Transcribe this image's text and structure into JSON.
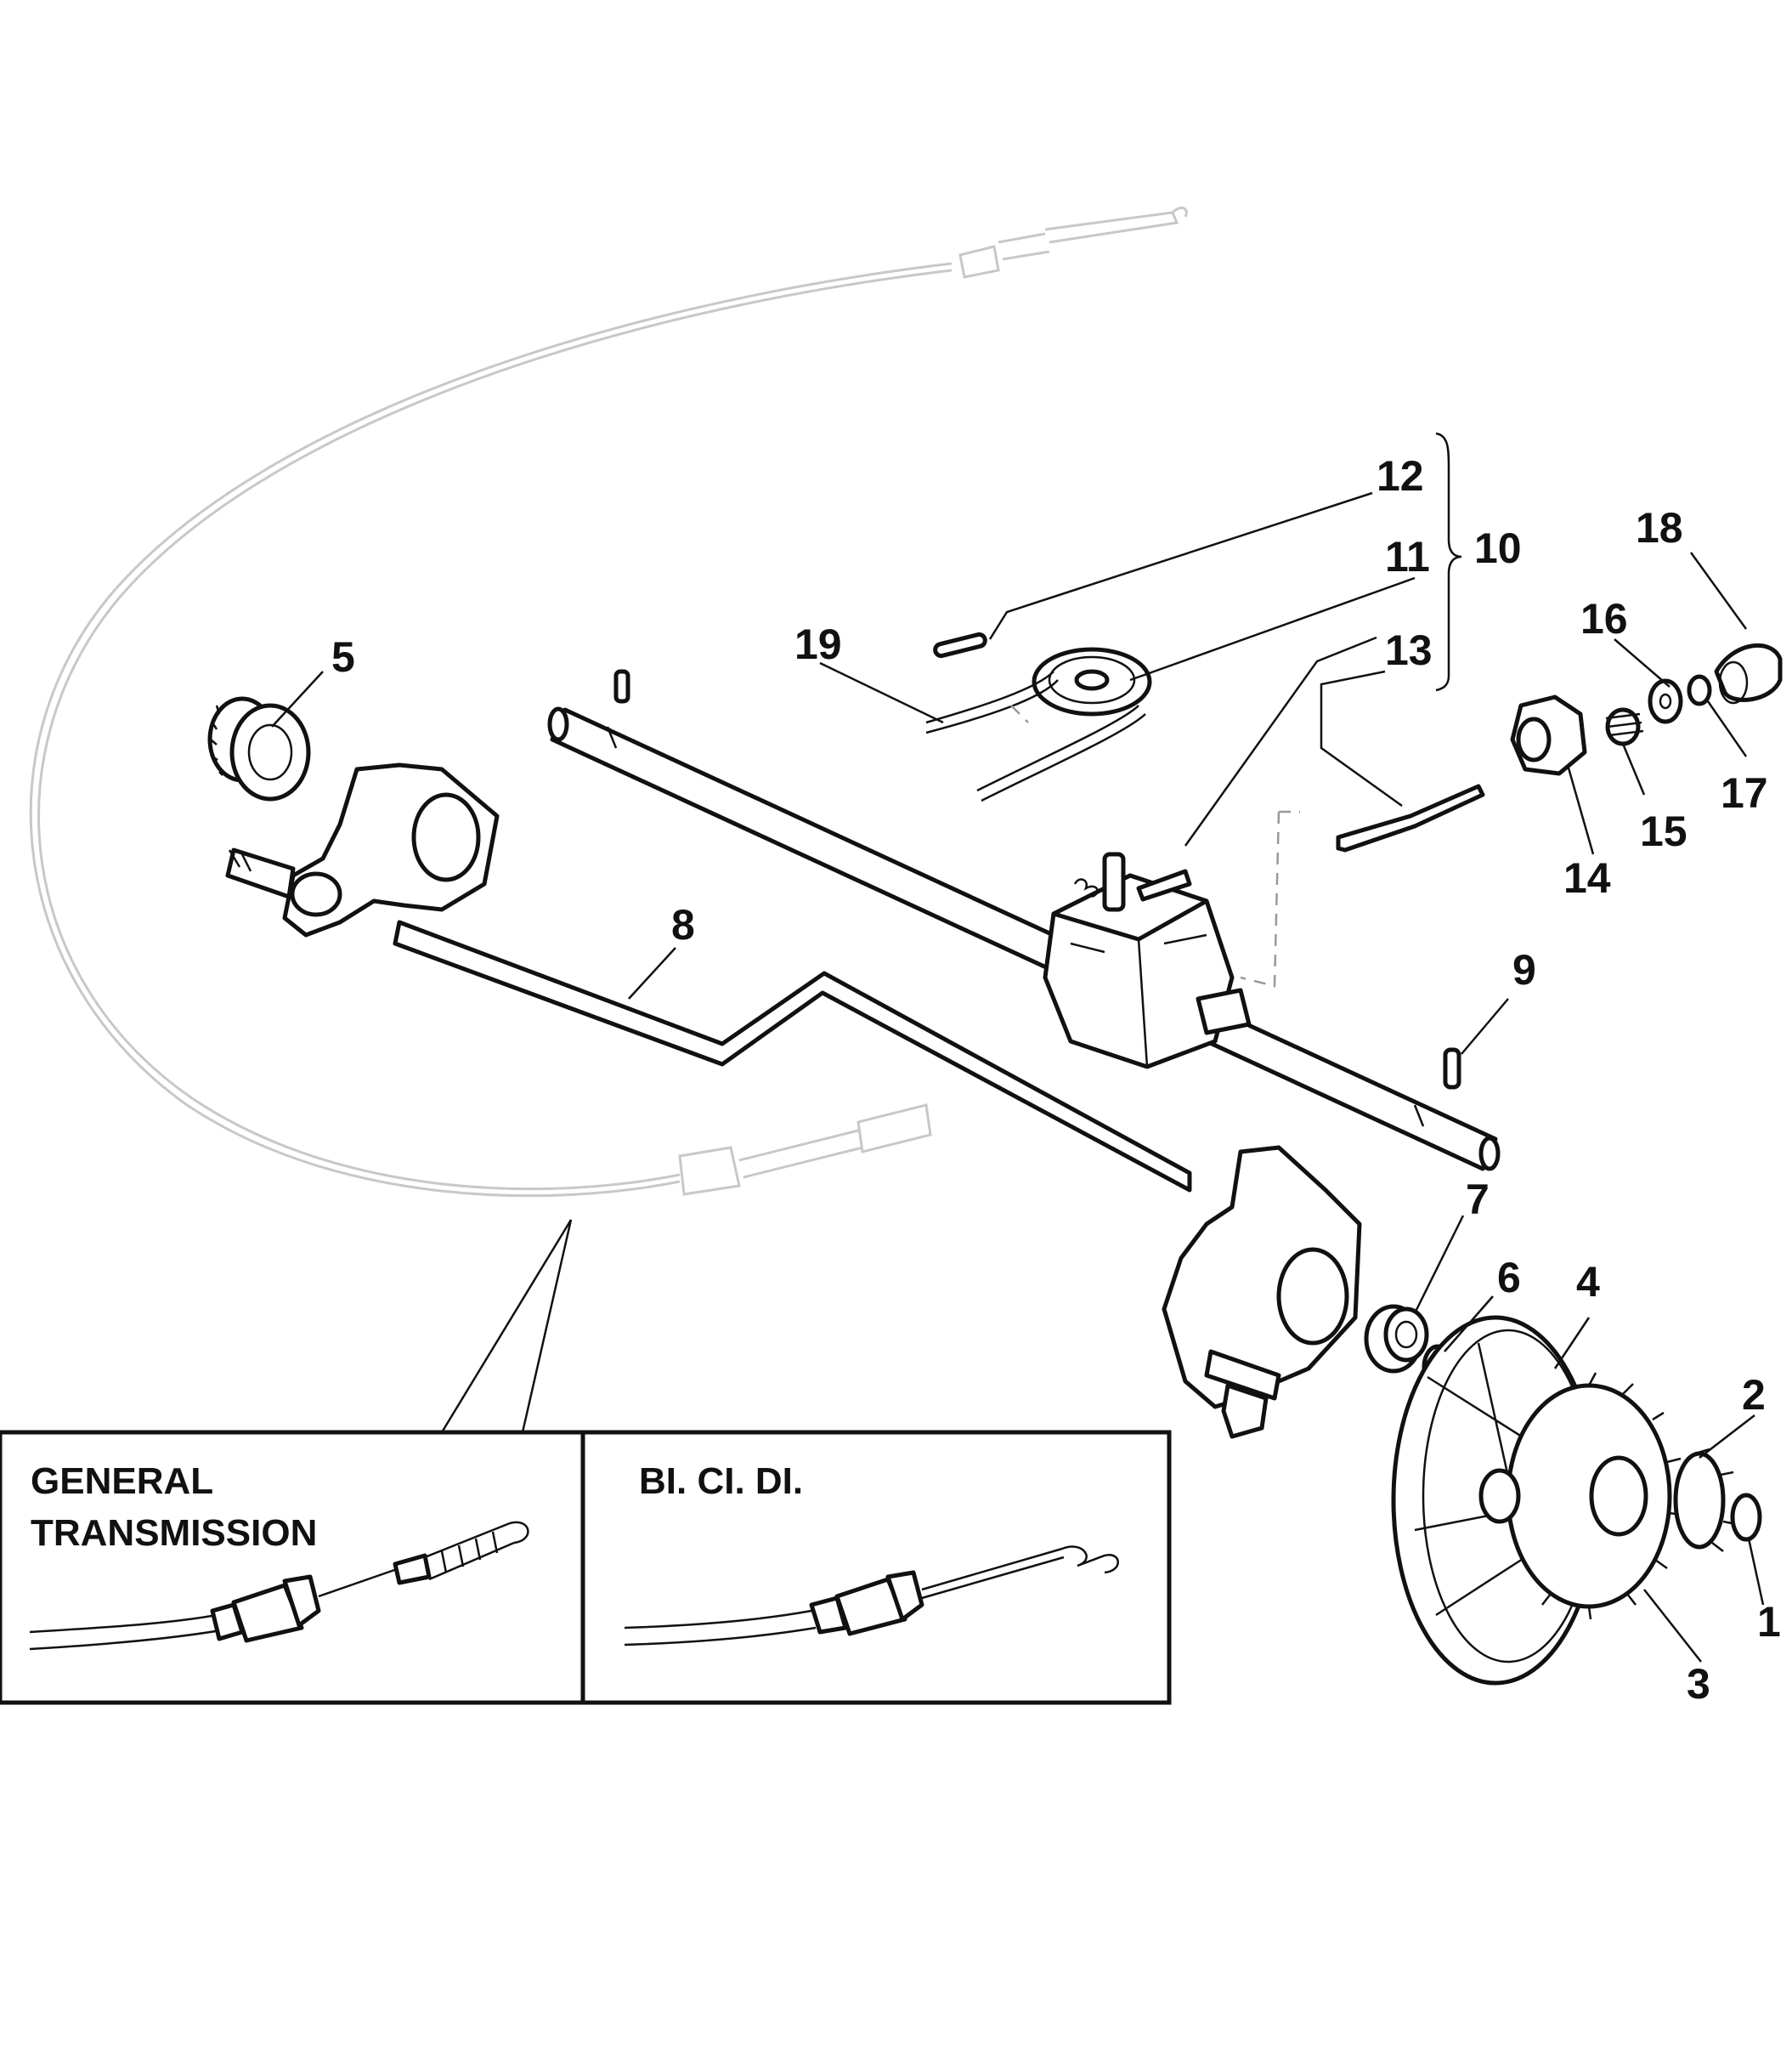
{
  "callouts": {
    "c1": "1",
    "c2": "2",
    "c3": "3",
    "c4": "4",
    "c5": "5",
    "c6": "6",
    "c7": "7",
    "c8": "8",
    "c9": "9",
    "c10": "10",
    "c11": "11",
    "c12": "12",
    "c13": "13",
    "c14": "14",
    "c15": "15",
    "c16": "16",
    "c17": "17",
    "c18": "18",
    "c19": "19"
  },
  "variants": {
    "general_line1": "GENERAL",
    "general_line2": "TRANSMISSION",
    "bicidi": "BI. CI. DI."
  }
}
